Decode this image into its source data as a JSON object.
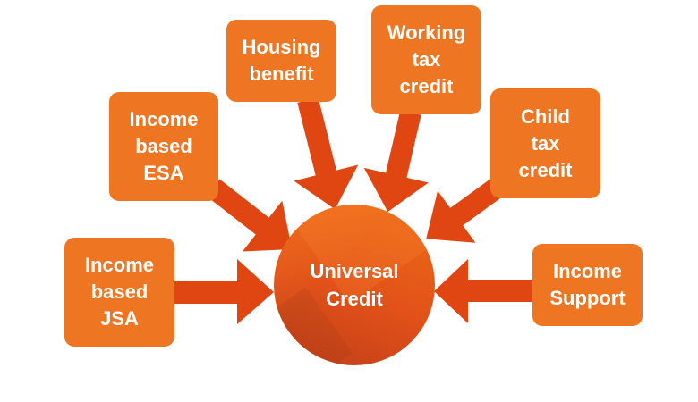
{
  "diagram": {
    "colors": {
      "box_fill": "#ee7623",
      "arrow_fill": "#e04612",
      "hub_fill": "#e05a1c",
      "text": "#ffffff",
      "background": "#ffffff"
    },
    "hub": {
      "lines": [
        "Universal",
        "Credit"
      ]
    },
    "sources": [
      {
        "id": "jsa",
        "lines": [
          "Income",
          "based",
          "JSA"
        ]
      },
      {
        "id": "esa",
        "lines": [
          "Income",
          "based",
          "ESA"
        ]
      },
      {
        "id": "housing",
        "lines": [
          "Housing",
          "benefit"
        ]
      },
      {
        "id": "working-tax",
        "lines": [
          "Working",
          "tax",
          "credit"
        ]
      },
      {
        "id": "child-tax",
        "lines": [
          "Child",
          "tax",
          "credit"
        ]
      },
      {
        "id": "income-support",
        "lines": [
          "Income",
          "Support"
        ]
      }
    ],
    "edges": [
      {
        "from": "jsa",
        "to": "hub"
      },
      {
        "from": "esa",
        "to": "hub"
      },
      {
        "from": "housing",
        "to": "hub"
      },
      {
        "from": "working-tax",
        "to": "hub"
      },
      {
        "from": "child-tax",
        "to": "hub"
      },
      {
        "from": "income-support",
        "to": "hub"
      }
    ]
  }
}
